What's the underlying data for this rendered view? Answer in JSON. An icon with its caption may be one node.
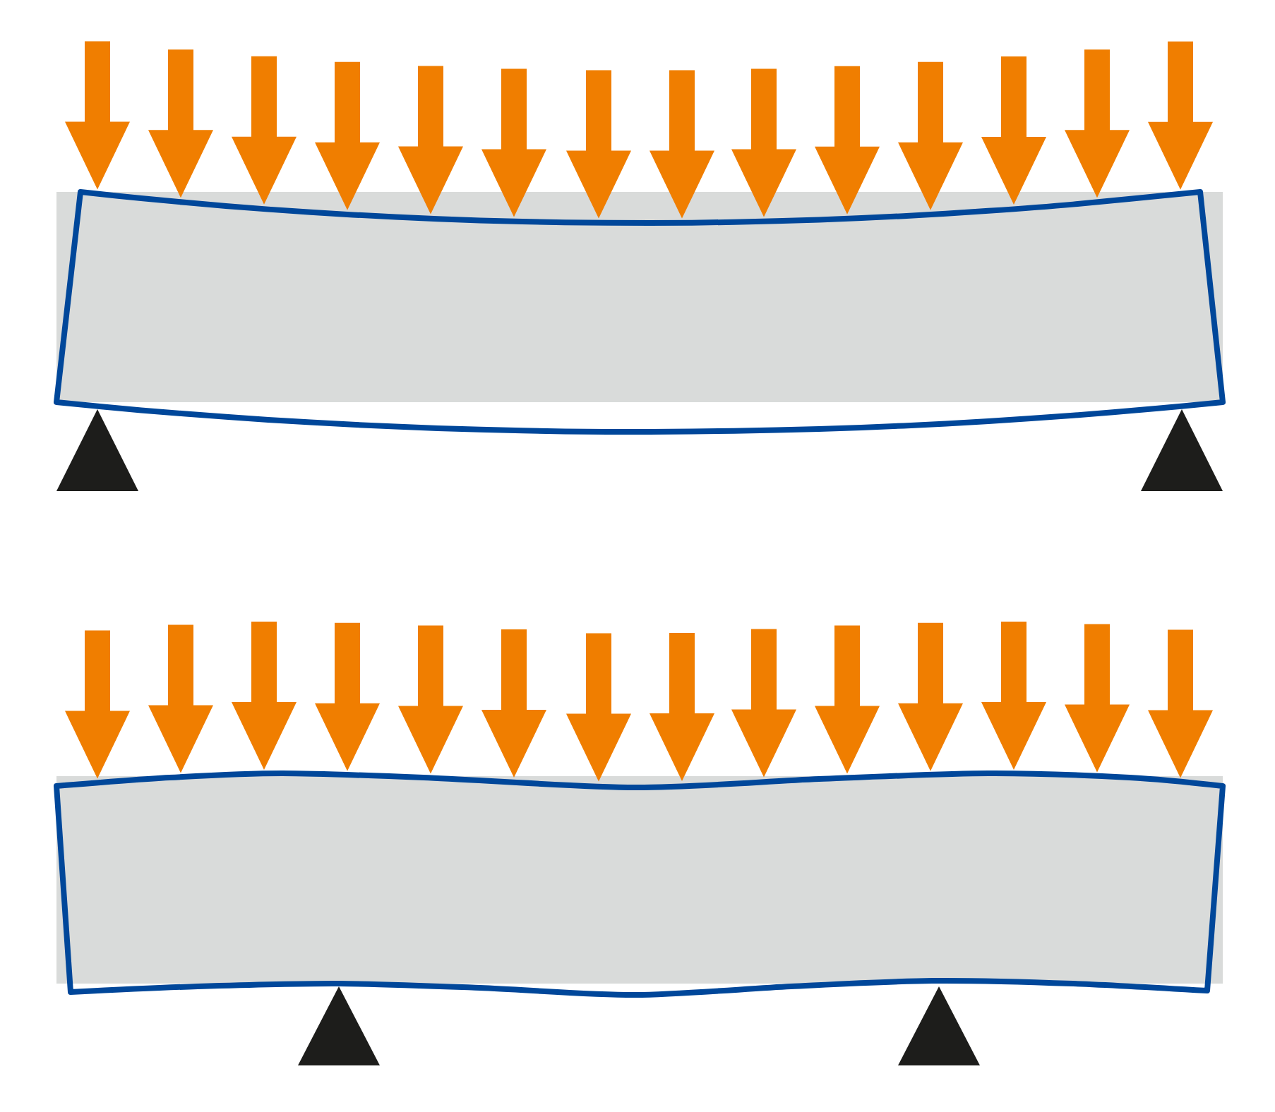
{
  "diagram": {
    "nodes": [
      {
        "text": [],
        "shape": "bar"
      },
      {
        "text": [],
        "shape": "triangle"
      },
      {
        "text": [],
        "shape": "triangle"
      },
      {
        "text": [],
        "shape": "bar"
      },
      {
        "text": [],
        "shape": "triangle"
      },
      {
        "text": [],
        "shape": "triangle"
      }
    ]
  }
}
